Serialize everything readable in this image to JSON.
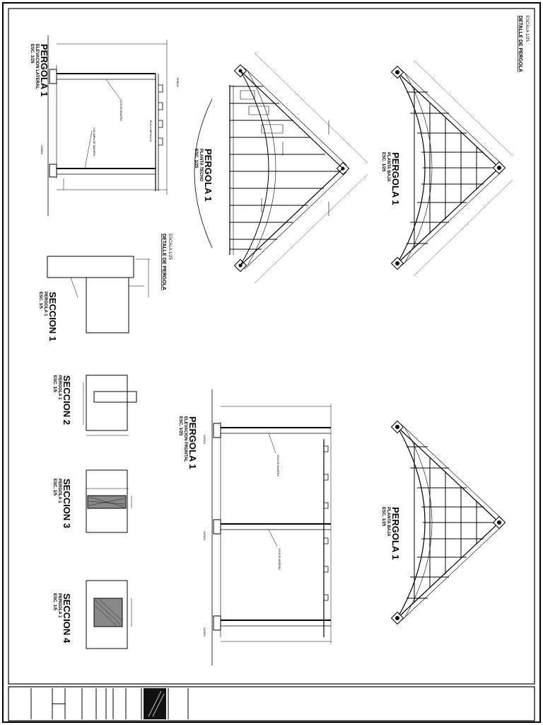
{
  "sheet": {
    "header_title": "DETALLE DE PERGOLA",
    "header_scale": "ESCALA 1/25",
    "mid_title": "DETALLE DE PERGOLA",
    "mid_scale": "ESCALA 1/25"
  },
  "views": {
    "elevation_lateral": {
      "title": "PERGOLA 1",
      "subtitle": "ELEVACION LATERAL",
      "scale": "ESC. 1/25"
    },
    "roof_plan": {
      "title": "PERGOLA 1",
      "subtitle": "PLANTA TECHO",
      "scale": "ESC. 1/25"
    },
    "floor_plan_top": {
      "title": "PERGOLA 1",
      "subtitle": "PLANTA BAJA",
      "scale": "ESC. 1/25"
    },
    "section_1": {
      "title": "SECCION 1",
      "subtitle": "PERGOLA 1",
      "scale": "ESC. 1/5"
    },
    "section_2": {
      "title": "SECCION 2",
      "subtitle": "PERGOLA 1",
      "scale": "ESC. 1/5"
    },
    "section_3": {
      "title": "SECCION 3",
      "subtitle": "PERGOLA 1",
      "scale": "ESC. 1/5"
    },
    "section_4": {
      "title": "SECCION 4",
      "subtitle": "PERGOLA 1",
      "scale": "ESC. 1/5"
    },
    "elevation_frontal": {
      "title": "PERGOLA 1",
      "subtitle": "ELEVACION FRONTAL",
      "scale": "ESC. 1/25"
    },
    "floor_plan_bottom": {
      "title": "PERGOLA 1",
      "subtitle": "PLANTA BAJA",
      "scale": "ESC. 1/25"
    }
  },
  "notes": {
    "viga": "VIGA DE MADERA",
    "columna": "COLUMNA DE MADERA",
    "placa": "PLACA METALICA",
    "perno": "PERNO",
    "zapata": "ZAPATA"
  },
  "colors": {
    "ink": "#000000",
    "paper": "#ffffff",
    "title_block_fill": "#111111"
  }
}
